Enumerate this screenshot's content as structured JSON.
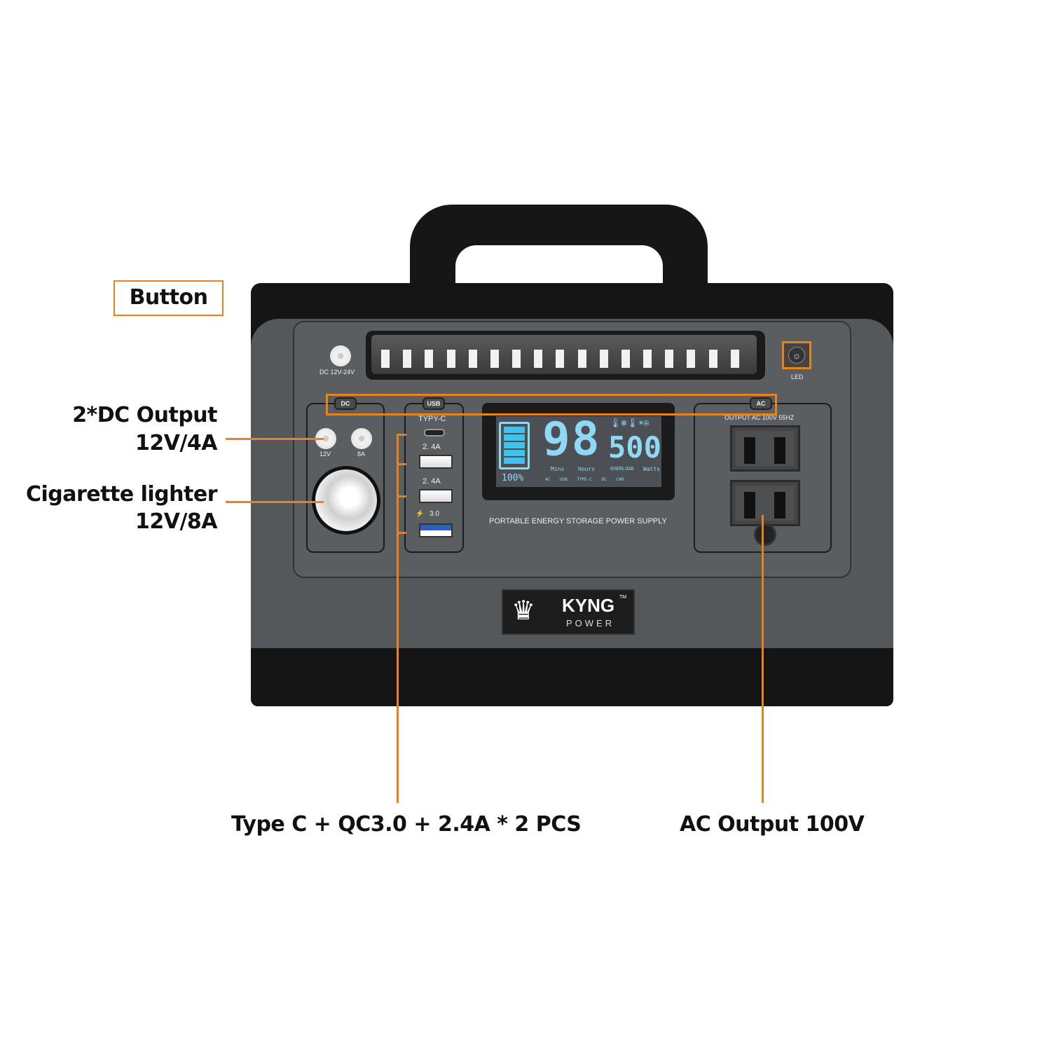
{
  "callouts": {
    "button": "Button",
    "dc_output_title": "2*DC Output",
    "dc_output_spec": "12V/4A",
    "cigarette_title": "Cigarette lighter",
    "cigarette_spec": "12V/8A",
    "usb_ports": "Type C + QC3.0 + 2.4A * 2 PCS",
    "ac_output": "AC Output 100V"
  },
  "device": {
    "dc_input_label": "DC 12V-24V",
    "led_label": "LED",
    "section_tags": {
      "dc": "DC",
      "usb": "USB",
      "ac": "AC"
    },
    "dc_buttons": {
      "left": "12V",
      "right": "8A"
    },
    "usb_labels": {
      "typec": "TYPY-C",
      "usb1": "2. 4A",
      "usb2": "2. 4A",
      "qc": "3.0"
    },
    "ac_header": "OUTPUT AC 100V 55HZ",
    "panel_caption": "PORTABLE ENERGY STORAGE POWER SUPPLY",
    "logo": {
      "brand": "KYNG",
      "tm": "TM",
      "sub": "POWER"
    },
    "light_bar_segments": 17
  },
  "lcd": {
    "battery_percent": "100%",
    "battery_level": 1.0,
    "big_digits": "98",
    "mins_label": "Mins",
    "hours_label": "Hours",
    "watts_value": "500",
    "overload_label": "OVERLOAD",
    "watts_label": "Watts",
    "indicators": [
      "AC",
      "USB",
      "TYPE-C",
      "DC",
      "CAR"
    ]
  },
  "colors": {
    "accent": "#e8821e",
    "lcd": "#8fd9f5",
    "body": "#55585b"
  }
}
